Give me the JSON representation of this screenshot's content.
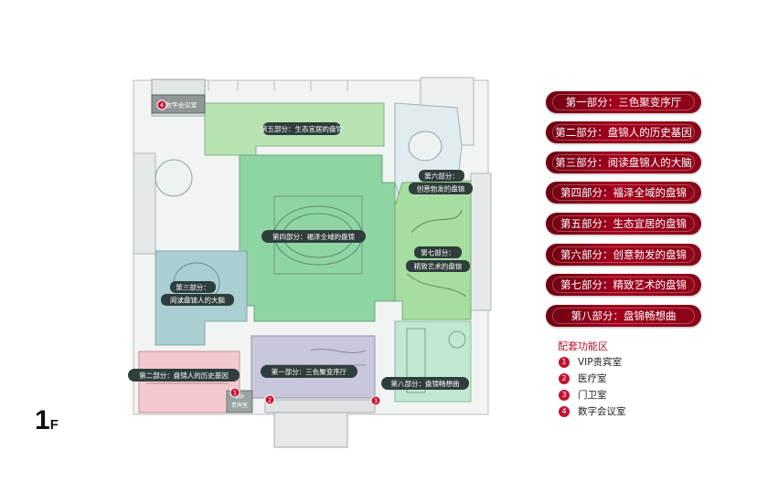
{
  "floor": {
    "number": "1",
    "suffix": "F"
  },
  "legend": [
    "第一部分：三色聚变序厅",
    "第二部分：盘锦人的历史基因",
    "第三部分：阅读盘锦人的大脑",
    "第四部分：福泽全域的盘锦",
    "第五部分：生态宜居的盘锦",
    "第六部分：创意勃发的盘锦",
    "第七部分：精致艺术的盘锦",
    "第八部分：盘锦畅想曲"
  ],
  "facilities": {
    "title": "配套功能区",
    "items": [
      {
        "num": "1",
        "label": "VIP贵宾室"
      },
      {
        "num": "2",
        "label": "医疗室"
      },
      {
        "num": "3",
        "label": "门卫室"
      },
      {
        "num": "4",
        "label": "数字会议室"
      }
    ]
  },
  "map_labels": {
    "part1": "第一部分：三色聚变序厅",
    "part2": "第二部分：盘锦人的历史基因",
    "part3_line1": "第三部分：",
    "part3_line2": "阅读盘锦人的大脑",
    "part4": "第四部分：福泽全域的盘锦",
    "part5": "第五部分：生态宜居的盘锦",
    "part6_line1": "第六部分：",
    "part6_line2": "创意勃发的盘锦",
    "part7_line1": "第七部分：",
    "part7_line2": "精致艺术的盘锦",
    "part8": "第八部分：盘锦畅想曲",
    "room_vip_line1": "VIP",
    "room_vip_line2": "贵宾室",
    "room_conf": "数字会议室",
    "marker1": "1",
    "marker2": "2",
    "marker3": "3",
    "marker4": "4"
  },
  "colors": {
    "accent": "#a1001d",
    "zone_green_light": "#b7e3b0",
    "zone_green_mid": "#8fd49c",
    "zone_teal": "#a9dfca",
    "zone_blue_grey": "#aecfd3",
    "zone_pink": "#f2c9cc",
    "zone_lavender": "#c9c7dc",
    "label_bg": "#2f3e3d"
  }
}
